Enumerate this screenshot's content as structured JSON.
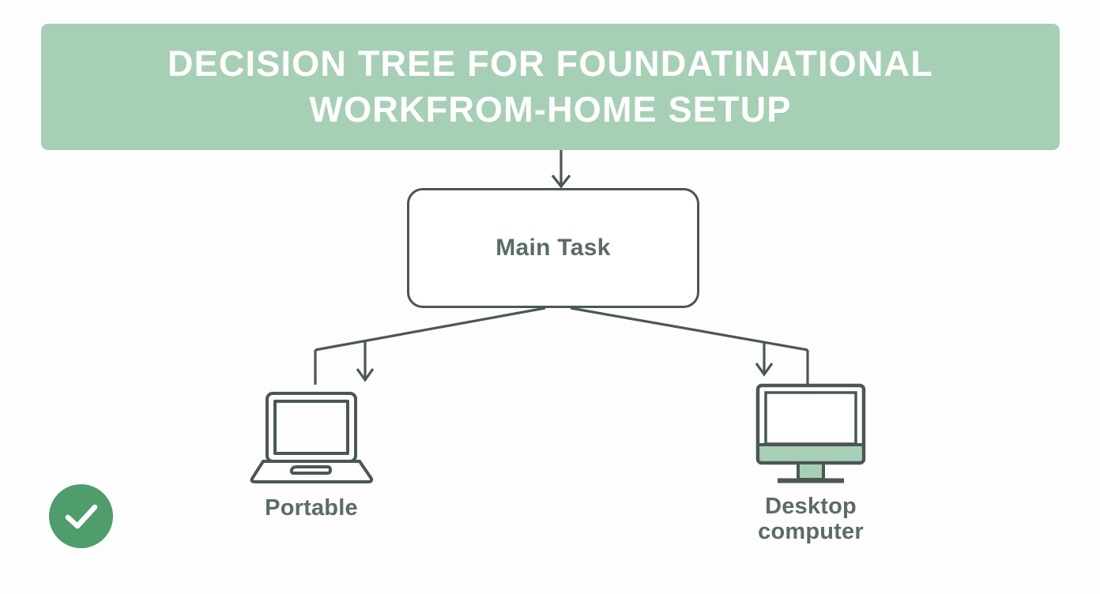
{
  "page": {
    "background_color": "#fdfdfd",
    "accent_green": "#a7cfb6",
    "check_green": "#4f9c6c",
    "outline_color": "#4a5755",
    "text_color": "#5a6b69"
  },
  "header": {
    "title": "DECISION TREE FOR FOUNDATINATIONAL WORKFROM-HOME SETUP",
    "background_color": "#a7cfb6",
    "text_color": "#ffffff"
  },
  "diagram": {
    "root": {
      "label": "Main Task",
      "shape": "rounded-rectangle"
    },
    "branches": [
      {
        "id": "portable",
        "label": "Portable",
        "icon": "laptop-icon"
      },
      {
        "id": "desktop",
        "label": "Desktop\ncomputer",
        "icon": "desktop-monitor-icon"
      }
    ]
  },
  "status": {
    "badge_icon": "check-icon",
    "badge_color": "#4f9c6c"
  }
}
